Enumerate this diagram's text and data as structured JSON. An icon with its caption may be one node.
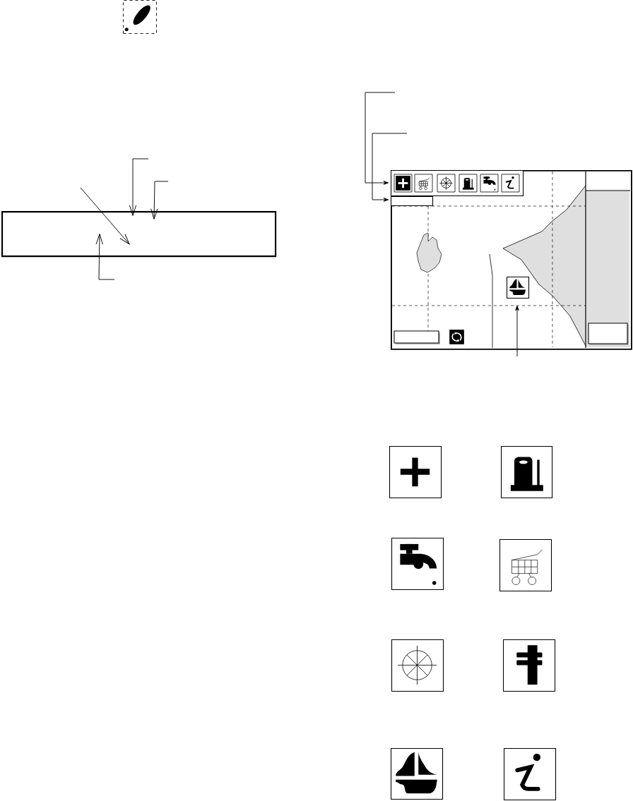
{
  "diagram": {
    "nodes": [
      {
        "text": [],
        "shape": "picture"
      },
      {
        "text": [],
        "shape": "box"
      },
      {
        "text": [],
        "shape": "box"
      },
      {
        "text": [],
        "shape": "box",
        "in": 2
      },
      {
        "text": [],
        "shape": "box",
        "in": 2
      },
      {
        "text": [],
        "shape": "picture",
        "in": 2
      },
      {
        "text": [],
        "shape": "picture"
      },
      {
        "text": [],
        "shape": "picture"
      },
      {
        "text": [],
        "shape": "picture"
      },
      {
        "text": [],
        "shape": "picture"
      },
      {
        "text": [],
        "shape": "picture"
      },
      {
        "text": [],
        "shape": "picture"
      },
      {
        "text": [],
        "shape": "picture"
      },
      {
        "text": [],
        "shape": "picture"
      }
    ],
    "edges": [
      {
        "from": null,
        "to": 1,
        "arrow": "to"
      },
      {
        "from": null,
        "to": 1,
        "arrow": "to"
      },
      {
        "from": null,
        "to": 1,
        "arrow": "to"
      },
      {
        "from": null,
        "to": 1,
        "arrow": "to"
      },
      {
        "from": null,
        "to": 3,
        "arrow": "to"
      },
      {
        "from": null,
        "to": 4,
        "arrow": "to"
      },
      {
        "from": null,
        "to": 5,
        "arrow": "to"
      }
    ]
  }
}
